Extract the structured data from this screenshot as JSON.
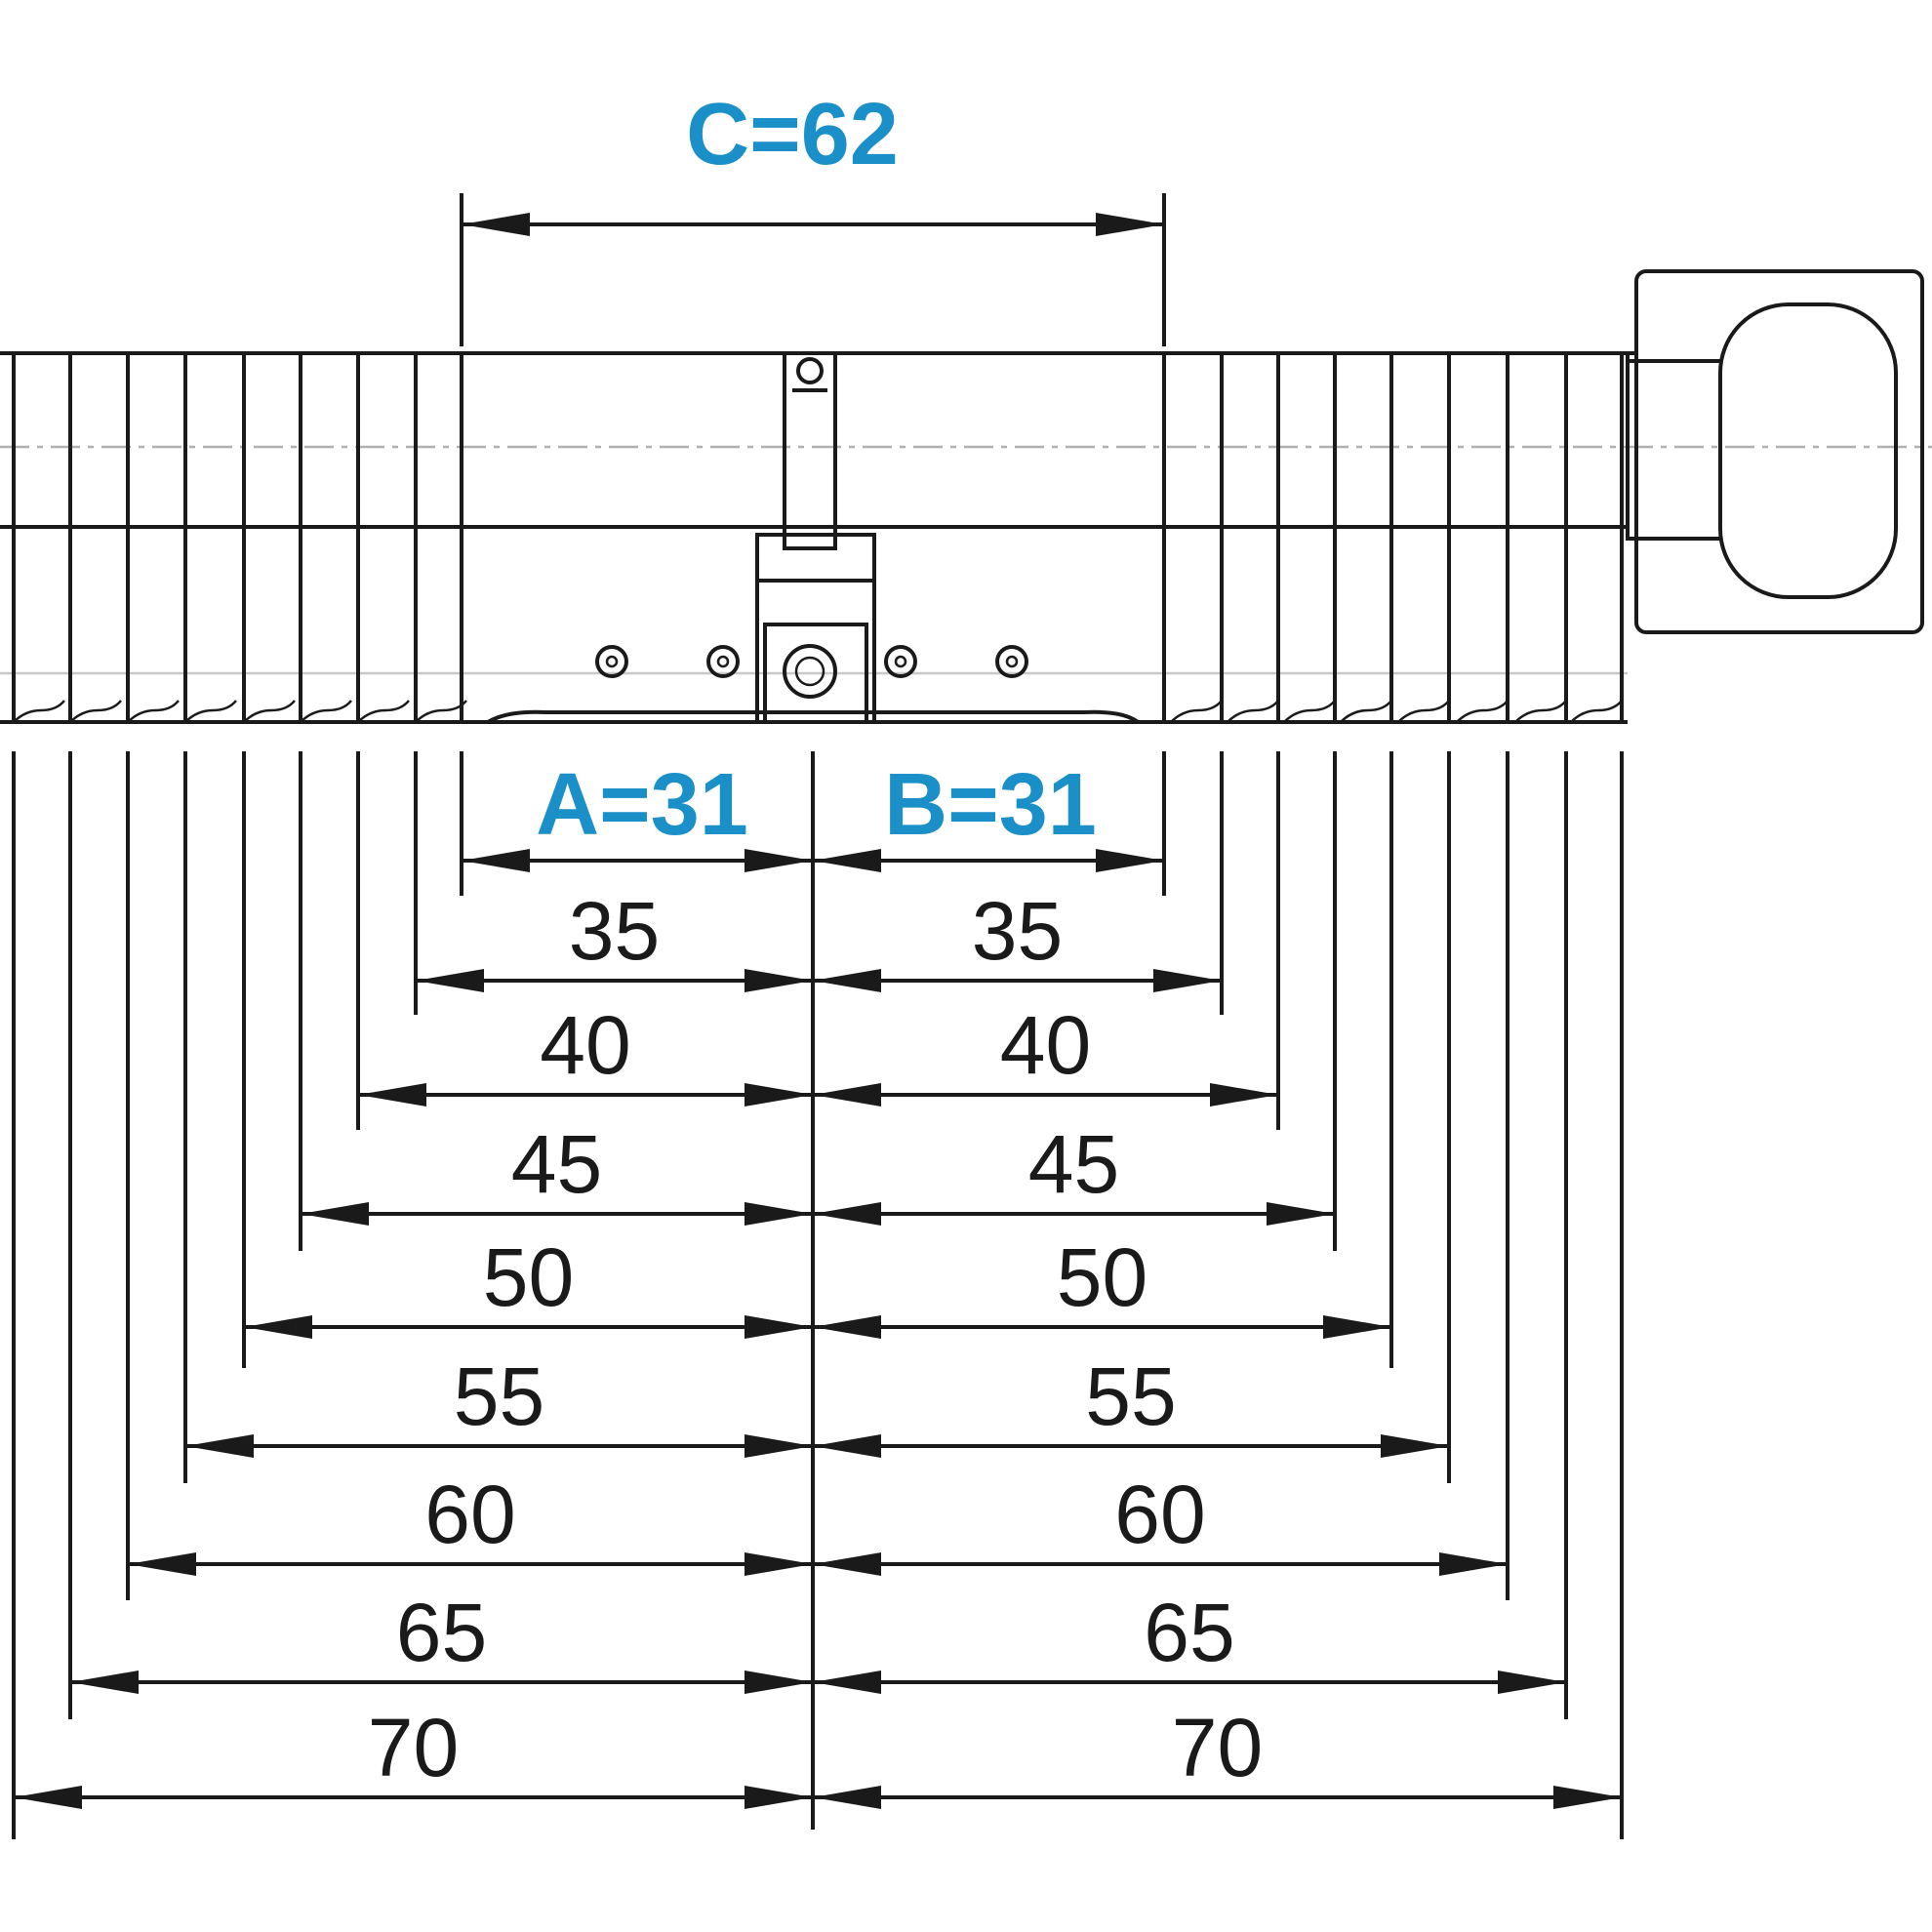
{
  "title": "",
  "colors": {
    "accent": "#1a8fc8",
    "ink": "#1a1a1a"
  },
  "key_dims": {
    "c": "C=62",
    "a": "A=31",
    "b": "B=31"
  },
  "left_dims": [
    "35",
    "40",
    "45",
    "50",
    "55",
    "60",
    "65",
    "70"
  ],
  "right_dims": [
    "35",
    "40",
    "45",
    "50",
    "55",
    "60",
    "65",
    "70"
  ],
  "knob": {
    "icon": "thumb-turn-knob-icon"
  }
}
